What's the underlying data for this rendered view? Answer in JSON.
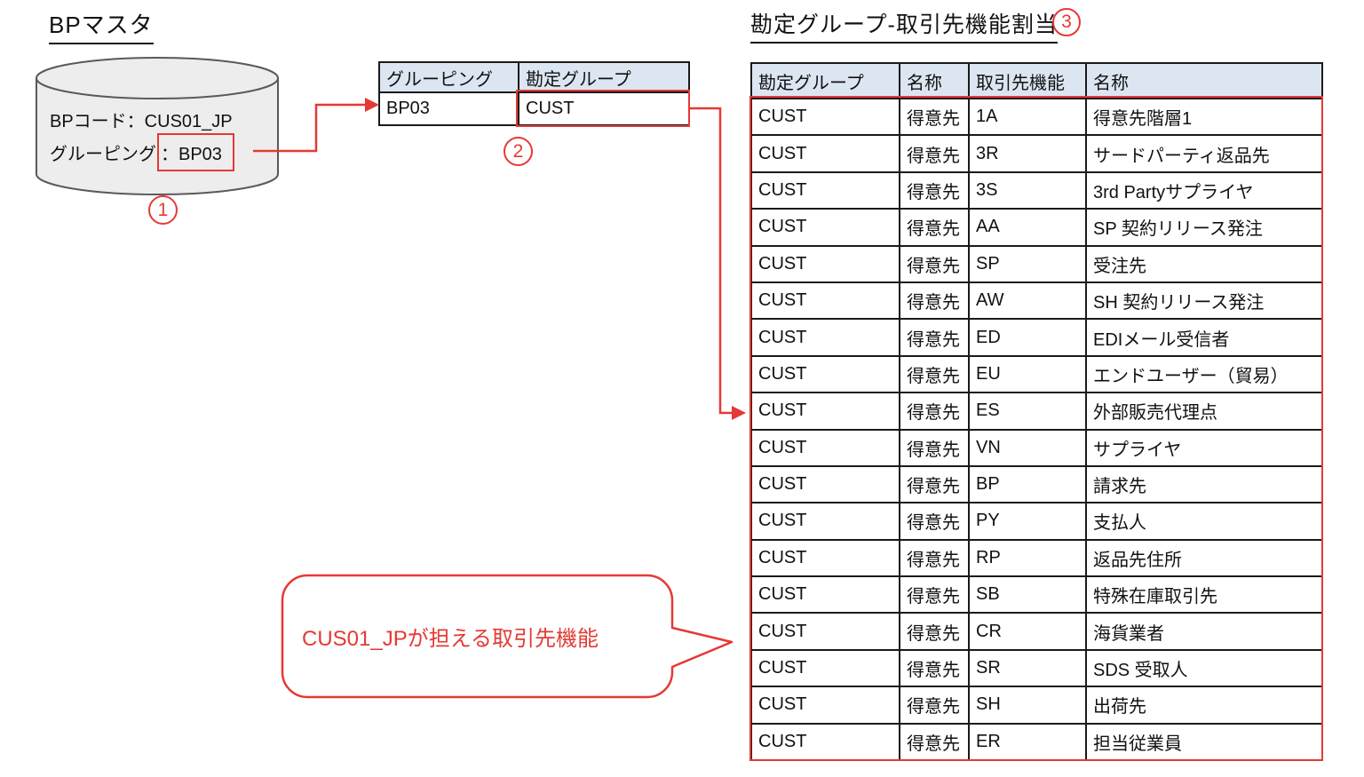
{
  "colors": {
    "accent_red": "#e53935",
    "table_header_bg": "#dce6f2",
    "cylinder_fill": "#ededed",
    "cylinder_stroke": "#595959",
    "grid_black": "#1a1a1a"
  },
  "bp_master": {
    "title": "BPマスタ",
    "badge": "1",
    "db_line1": "BPコード：CUS01_JP",
    "db_line2_label": "グルーピング",
    "db_line2_boxed": "：BP03"
  },
  "grouping_table": {
    "badge": "2",
    "headers": [
      "グルーピング",
      "勘定グループ"
    ],
    "row": [
      "BP03",
      "CUST"
    ]
  },
  "assignment_table": {
    "title": "勘定グループ-取引先機能割当",
    "badge": "3",
    "headers": [
      "勘定グループ",
      "名称",
      "取引先機能",
      "名称"
    ],
    "rows": [
      [
        "CUST",
        "得意先",
        "1A",
        "得意先階層1"
      ],
      [
        "CUST",
        "得意先",
        "3R",
        "サードパーティ返品先"
      ],
      [
        "CUST",
        "得意先",
        "3S",
        "3rd Partyサプライヤ"
      ],
      [
        "CUST",
        "得意先",
        "AA",
        "SP 契約リリース発注"
      ],
      [
        "CUST",
        "得意先",
        "SP",
        "受注先"
      ],
      [
        "CUST",
        "得意先",
        "AW",
        "SH 契約リリース発注"
      ],
      [
        "CUST",
        "得意先",
        "ED",
        "EDIメール受信者"
      ],
      [
        "CUST",
        "得意先",
        "EU",
        "エンドユーザー（貿易）"
      ],
      [
        "CUST",
        "得意先",
        "ES",
        "外部販売代理点"
      ],
      [
        "CUST",
        "得意先",
        "VN",
        "サプライヤ"
      ],
      [
        "CUST",
        "得意先",
        "BP",
        "請求先"
      ],
      [
        "CUST",
        "得意先",
        "PY",
        "支払人"
      ],
      [
        "CUST",
        "得意先",
        "RP",
        "返品先住所"
      ],
      [
        "CUST",
        "得意先",
        "SB",
        "特殊在庫取引先"
      ],
      [
        "CUST",
        "得意先",
        "CR",
        "海貨業者"
      ],
      [
        "CUST",
        "得意先",
        "SR",
        "SDS 受取人"
      ],
      [
        "CUST",
        "得意先",
        "SH",
        "出荷先"
      ],
      [
        "CUST",
        "得意先",
        "ER",
        "担当従業員"
      ]
    ]
  },
  "callout": {
    "text": "CUS01_JPが担える取引先機能"
  }
}
